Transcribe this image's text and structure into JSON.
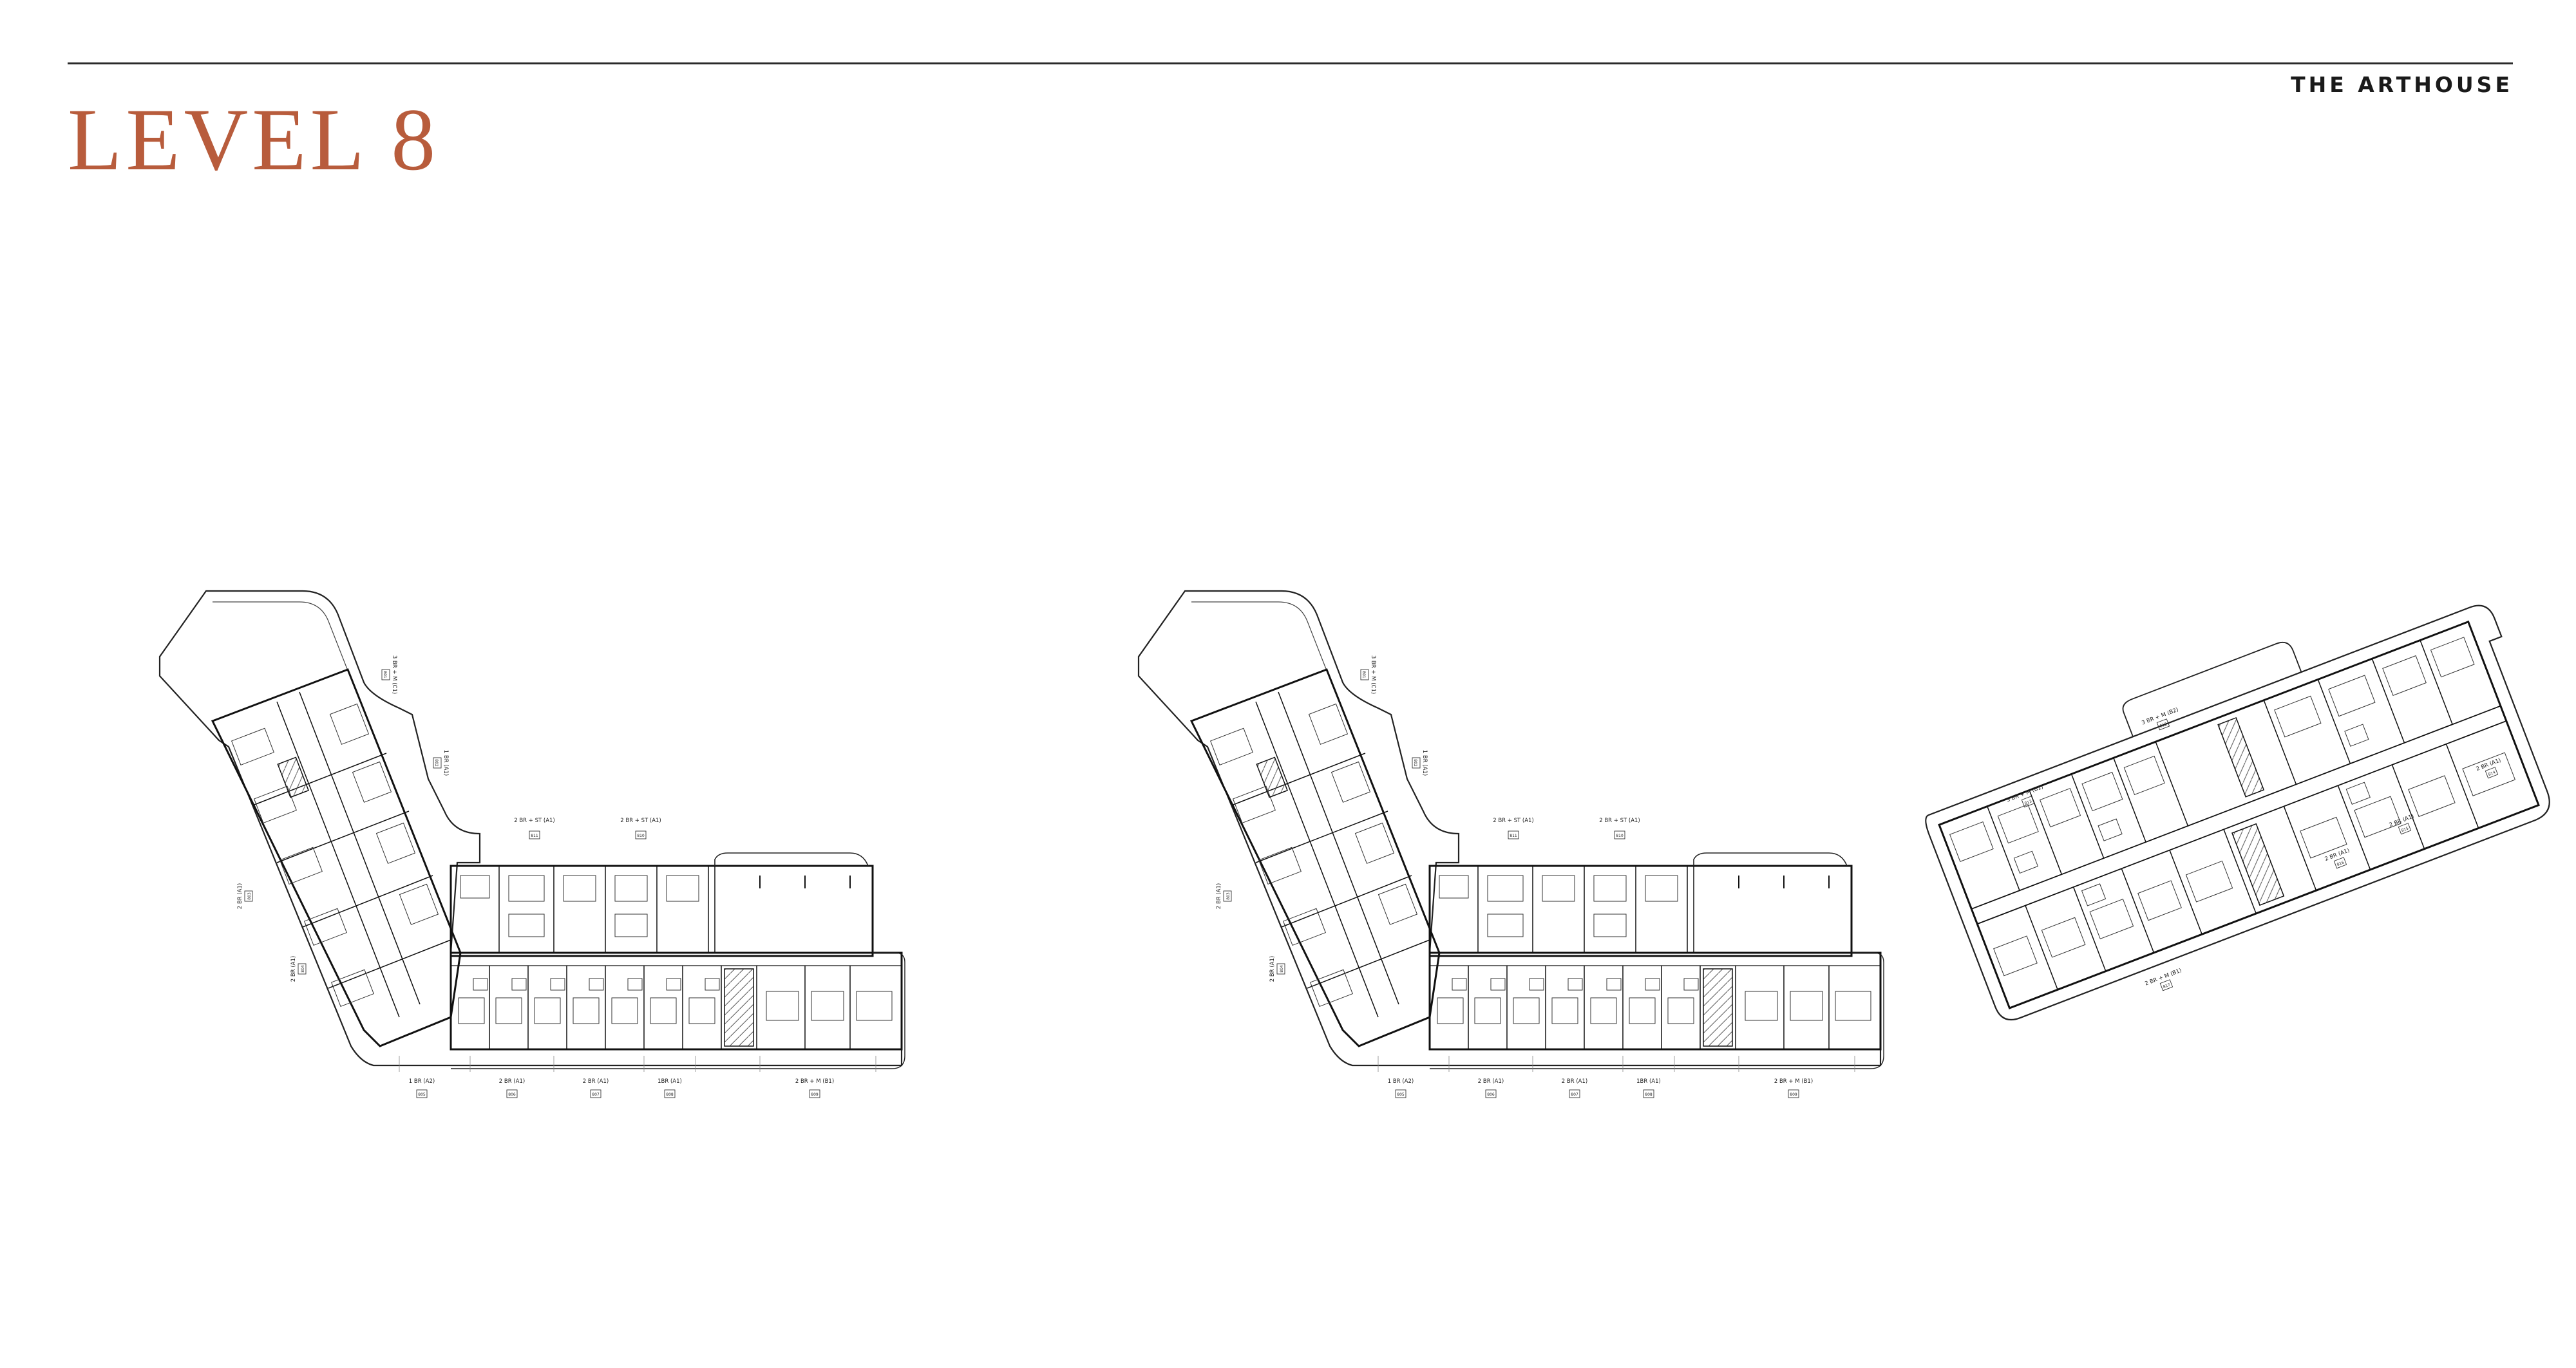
{
  "header": {
    "title": "LEVEL 8",
    "brand": "THE ARTHOUSE",
    "title_color": "#b85c3c"
  },
  "plans": [
    {
      "units_top": [
        {
          "label": "2 BR + ST (A1)",
          "number": "811"
        },
        {
          "label": "2 BR + ST (A1)",
          "number": "810"
        }
      ],
      "units_bottom": [
        {
          "label": "1 BR (A2)",
          "number": "805"
        },
        {
          "label": "2 BR (A1)",
          "number": "806"
        },
        {
          "label": "2 BR (A1)",
          "number": "807"
        },
        {
          "label": "1BR (A1)",
          "number": "808"
        },
        {
          "label": "2 BR + M (B1)",
          "number": "809"
        }
      ],
      "units_side": [
        {
          "label": "3 BR + M (C1)",
          "number": "801"
        },
        {
          "label": "1 BR (A1)",
          "number": "802"
        },
        {
          "label": "2 BR (A1)",
          "number": "803"
        },
        {
          "label": "2 BR (A1)",
          "number": "804"
        }
      ]
    },
    {
      "units_top": [
        {
          "label": "2 BR + ST (A1)",
          "number": "811"
        },
        {
          "label": "2 BR + ST (A1)",
          "number": "810"
        }
      ],
      "units_bottom": [
        {
          "label": "1 BR (A2)",
          "number": "805"
        },
        {
          "label": "2 BR (A1)",
          "number": "806"
        },
        {
          "label": "2 BR (A1)",
          "number": "807"
        },
        {
          "label": "1BR (A1)",
          "number": "808"
        },
        {
          "label": "2 BR + M (B1)",
          "number": "809"
        }
      ],
      "units_side": [
        {
          "label": "3 BR + M (C1)",
          "number": "801"
        },
        {
          "label": "1 BR (A1)",
          "number": "802"
        },
        {
          "label": "2 BR (A1)",
          "number": "803"
        },
        {
          "label": "2 BR (A1)",
          "number": "804"
        }
      ]
    }
  ],
  "east_plan": {
    "units": [
      {
        "label": "3 BR + M (B2)",
        "number": "812"
      },
      {
        "label": "3 BR + M (B1)",
        "number": "813"
      },
      {
        "label": "2 BR (A1)",
        "number": "814"
      },
      {
        "label": "2 BR (A1)",
        "number": "815"
      },
      {
        "label": "2 BR (A1)",
        "number": "816"
      },
      {
        "label": "2 BR + M (B1)",
        "number": "817"
      }
    ]
  }
}
